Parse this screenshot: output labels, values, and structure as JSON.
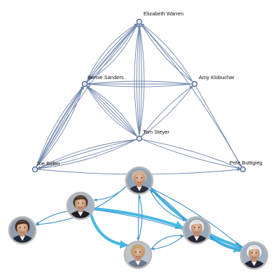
{
  "colors": {
    "top_edge": "#6f86ad",
    "top_node_fill": "#dfe6f1",
    "top_node_stroke": "#3f5683",
    "bottom_edge": "#3b8fc4",
    "bottom_edge_thick": "#48b7e3",
    "portrait_ring": "#b9b9b9"
  },
  "top_graph": {
    "nodes": [
      {
        "id": "warren",
        "label": "Elizabeth Warren"
      },
      {
        "id": "sanders",
        "label": "Bernie Sanders"
      },
      {
        "id": "klobuchar",
        "label": "Amy Klobuchar"
      },
      {
        "id": "steyer",
        "label": "Tom Steyer"
      },
      {
        "id": "biden",
        "label": "Joe Biden"
      },
      {
        "id": "buttigieg",
        "label": "Pete Buttigieg"
      }
    ]
  },
  "bottom_graph": {
    "portraits": [
      {
        "id": "steyer",
        "icon": "portrait-icon"
      },
      {
        "id": "klobuchar",
        "icon": "portrait-icon"
      },
      {
        "id": "buttigieg",
        "icon": "portrait-icon"
      },
      {
        "id": "sanders",
        "icon": "portrait-icon"
      },
      {
        "id": "warren",
        "icon": "portrait-icon"
      },
      {
        "id": "biden",
        "icon": "portrait-icon"
      }
    ]
  }
}
